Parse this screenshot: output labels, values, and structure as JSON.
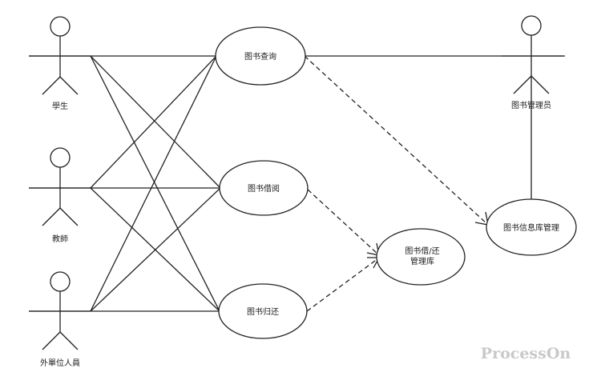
{
  "actors": [
    {
      "id": "student",
      "label": "學生"
    },
    {
      "id": "teacher",
      "label": "教師"
    },
    {
      "id": "external",
      "label": "外單位人員"
    },
    {
      "id": "librarian",
      "label": "图书管理员"
    }
  ],
  "use_cases": [
    {
      "id": "query",
      "lines": [
        "图书查询"
      ]
    },
    {
      "id": "borrow",
      "lines": [
        "图书借阅"
      ]
    },
    {
      "id": "return",
      "lines": [
        "图书归还"
      ]
    },
    {
      "id": "loan_db",
      "lines": [
        "图书借/还",
        "管理库"
      ]
    },
    {
      "id": "info_db",
      "lines": [
        "图书信息库管理"
      ]
    }
  ],
  "watermark": "ProcessOn",
  "colors": {
    "stroke": "#222222",
    "watermark": "#c9c9c9"
  }
}
